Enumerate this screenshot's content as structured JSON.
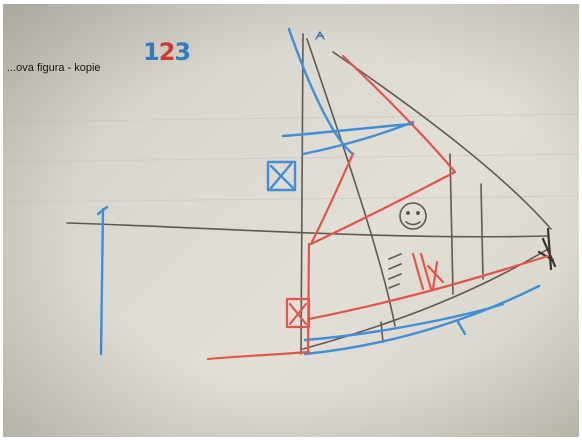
{
  "caption": "...ova figura - kopie",
  "number": {
    "digit1": "1",
    "digit2": "2",
    "digit3": "3"
  },
  "colors": {
    "paper": "#dcd9d0",
    "pencil": "#5a5650",
    "blue": "#3f8fd6",
    "red": "#e0554c",
    "black": "#1e1e1e"
  }
}
